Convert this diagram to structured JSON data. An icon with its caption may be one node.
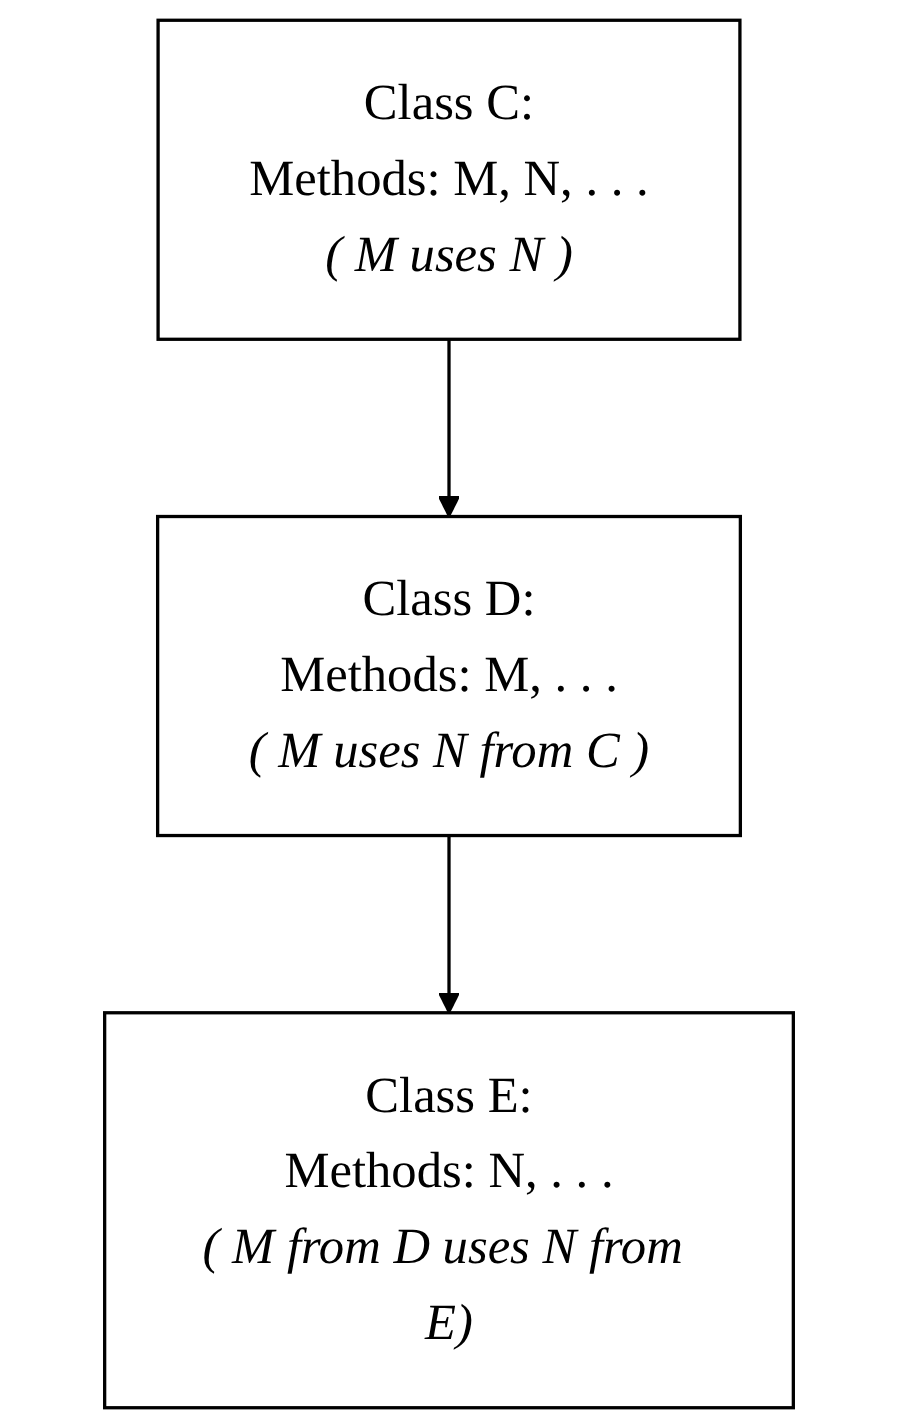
{
  "diagram": {
    "nodes": [
      {
        "text": [
          "Class C:",
          "Methods: M, N, . . .",
          "( M uses N )"
        ]
      },
      {
        "text": [
          "Class D:",
          "Methods: M, . . .",
          "( M uses N from C )"
        ]
      },
      {
        "text": [
          "Class E:",
          "Methods: N, . . .",
          "( M from D uses N from E)"
        ]
      }
    ],
    "edges": [
      {
        "from": 0,
        "to": 1,
        "arrow": "to"
      },
      {
        "from": 1,
        "to": 2,
        "arrow": "to"
      }
    ]
  }
}
